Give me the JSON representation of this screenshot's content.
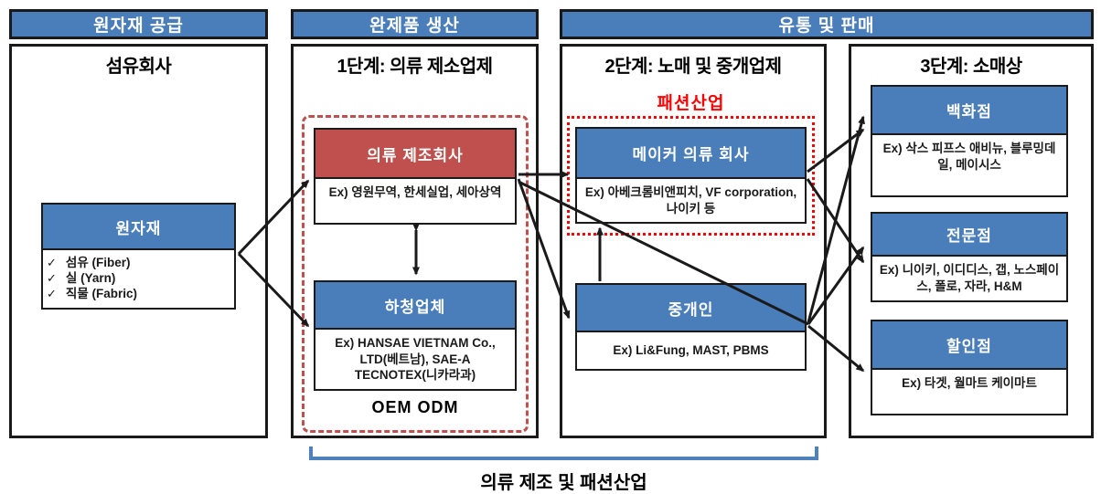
{
  "headers": {
    "supply": "원자재 공급",
    "production": "완제품 생산",
    "distribution": "유통 및 판매"
  },
  "columns": {
    "supply": {
      "title": "섬유회사",
      "raw_material": {
        "header": "원자재",
        "items": [
          "섬유 (Fiber)",
          "실 (Yarn)",
          "직물 (Fabric)"
        ]
      }
    },
    "production": {
      "title": "1단계: 의류 제소업제",
      "manufacturer": {
        "header": "의류 제조회사",
        "examples": "Ex) 영원무역, 한세실업, 세아상역"
      },
      "subcontractor": {
        "header": "하청업체",
        "examples": "Ex) HANSAE VIETNAM Co., LTD(베트남), SAE-A TECNOTEX(니카라과)"
      },
      "oem_label": "OEM ODM"
    },
    "wholesale": {
      "title": "2단계: 노매 및 중개업제",
      "fashion_label": "패션산업",
      "maker": {
        "header": "메이커 의류 회사",
        "examples": "Ex) 아베크롬비앤피치, VF corporation, 나이키 등"
      },
      "broker": {
        "header": "중개인",
        "examples": "Ex) Li&Fung, MAST, PBMS"
      }
    },
    "retail": {
      "title": "3단계: 소매상",
      "department_store": {
        "header": "백화점",
        "examples": "Ex) 삭스 피프스 애비뉴, 블루밍데일, 메이시스"
      },
      "specialty_store": {
        "header": "전문점",
        "examples": "Ex) 니이키, 이디디스, 갭, 노스페이스, 폴로, 자라, H&M"
      },
      "discount_store": {
        "header": "할인점",
        "examples": "Ex) 타겟, 월마트 케이마트"
      }
    }
  },
  "footer": {
    "bracket_label": "의류 제조 및 패션산업"
  },
  "icons": {
    "check": "✓"
  },
  "colors": {
    "box_blue": "#4a7ebb",
    "box_red": "#c0504d",
    "dashed_border_red": "#c0504d",
    "dotted_border_red": "#ff0000",
    "fashion_label_red": "#ff0000",
    "bracket_blue": "#4f81bd",
    "arrow_black": "#1a1a1a"
  }
}
